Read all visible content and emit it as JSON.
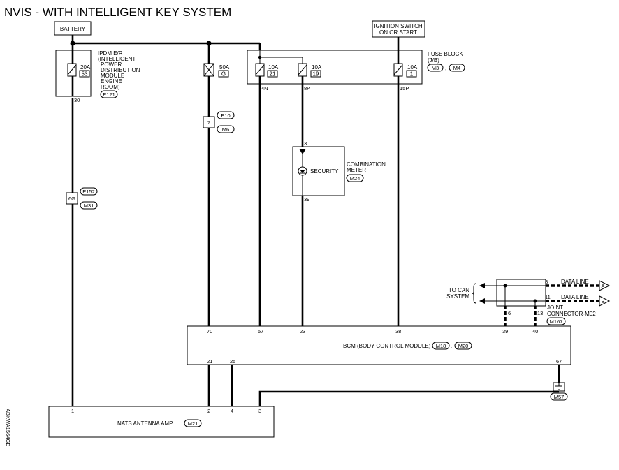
{
  "title": "NVIS - WITH INTELLIGENT KEY SYSTEM",
  "battery": "BATTERY",
  "ignition_switch": [
    "IGNITION SWITCH",
    "ON OR START"
  ],
  "ipdm": {
    "label": [
      "IPDM E/R",
      "(INTELLIGENT",
      "POWER",
      "DISTRIBUTION",
      "MODULE",
      "ENGINE",
      "ROOM)"
    ],
    "connector": "E121",
    "fuse_amp": "20A",
    "fuse_no": "53",
    "pin": "30"
  },
  "fusible_link": {
    "amp": "50A",
    "id": "G"
  },
  "fuse_block": {
    "label": [
      "FUSE BLOCK",
      "(J/B)"
    ],
    "connectors": [
      "M3",
      "M4"
    ],
    "separator": ",",
    "fuses": [
      {
        "amp": "10A",
        "no": "21",
        "pin": "4N"
      },
      {
        "amp": "10A",
        "no": "19",
        "pin": "8P"
      },
      {
        "amp": "10A",
        "no": "1",
        "pin": "15P"
      }
    ]
  },
  "connector_7": {
    "pin": "7",
    "connectors": [
      "E10",
      "M6"
    ]
  },
  "connector_6g": {
    "pin": "6G",
    "connectors": [
      "E152",
      "M31"
    ]
  },
  "combination_meter": {
    "label": [
      "COMBINATION",
      "METER"
    ],
    "connector": "M24",
    "indicator": "SECURITY",
    "pin_in": "3",
    "pin_out": "39"
  },
  "can_system": {
    "label": [
      "TO CAN",
      "SYSTEM"
    ],
    "lines": [
      {
        "name": "DATA LINE",
        "pin": "8",
        "flag": "A"
      },
      {
        "name": "DATA LINE",
        "pin": "11",
        "flag": "B"
      }
    ],
    "joint_label": [
      "JOINT",
      "CONNECTOR-M02"
    ],
    "joint_connector": "M167",
    "joint_pins": [
      "6",
      "13"
    ]
  },
  "bcm": {
    "label": "BCM (BODY CONTROL MODULE)",
    "connectors": [
      "M18",
      "M20"
    ],
    "separator": ",",
    "top_pins": [
      "70",
      "57",
      "23",
      "38",
      "39",
      "40"
    ],
    "bottom_pins": [
      "21",
      "25",
      "67"
    ]
  },
  "ground": {
    "connector": "M57"
  },
  "nats": {
    "label": "NATS ANTENNA AMP.",
    "connector": "M21",
    "pins": [
      "1",
      "2",
      "4",
      "3"
    ]
  },
  "side_code": "ABKWA1564GB"
}
